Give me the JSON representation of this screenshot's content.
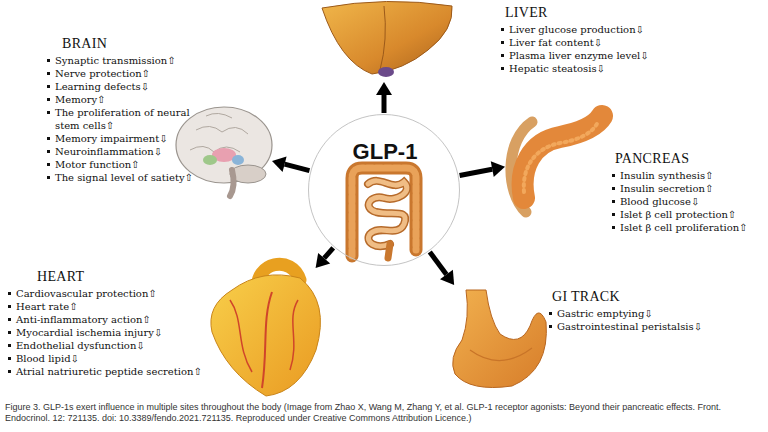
{
  "diagram": {
    "caption": "Figure 3. GLP-1s exert influence in multiple sites throughout the body (Image from Zhao X, Wang M, Zhang Y, et al. GLP-1 receptor agonists: Beyond their pancreatic effects. Front. Endocrinol. 12: 721135. doi: 10.3389/fendo.2021.721135. Reproduced under Creative Commons Attribution Licence.)",
    "nodes": [
      {
        "text": [
          "GLP-1"
        ]
      },
      {
        "text": [
          "LIVER",
          "Liver glucose production⇩",
          "Liver fat content⇩",
          "Plasma liver enzyme level⇩",
          "Hepatic steatosis⇩"
        ]
      },
      {
        "text": [
          "PANCREAS",
          "Insulin synthesis⇧",
          "Insulin secretion⇧",
          "Blood glucose⇩",
          "Islet β cell protection⇧",
          "Islet β cell proliferation⇧"
        ]
      },
      {
        "text": [
          "GI TRACK",
          "Gastric emptying⇩",
          "Gastrointestinal peristalsis⇩"
        ]
      },
      {
        "text": [
          "HEART",
          "Cardiovascular protection⇧",
          "Heart rate⇧",
          "Anti-inflammatory action⇧",
          "Myocardial ischemia injury⇩",
          "Endothelial dysfunction⇩",
          "Blood lipid⇩",
          "Atrial natriuretic peptide secretion⇧"
        ]
      },
      {
        "text": [
          "BRAIN",
          "Synaptic transmission⇧",
          "Nerve protection⇧",
          "Learning defects⇩",
          "Memory⇧",
          "The proliferation of neural stem cells⇧",
          "Memory impairment⇩",
          "Neuroinflammation⇩",
          "Motor function⇧",
          "The signal level of satiety⇧"
        ]
      }
    ],
    "edges": [
      {
        "from": 0,
        "to": 1,
        "arrow": "to"
      },
      {
        "from": 0,
        "to": 2,
        "arrow": "to"
      },
      {
        "from": 0,
        "to": 3,
        "arrow": "to"
      },
      {
        "from": 0,
        "to": 4,
        "arrow": "to"
      },
      {
        "from": 0,
        "to": 5,
        "arrow": "to"
      }
    ]
  }
}
